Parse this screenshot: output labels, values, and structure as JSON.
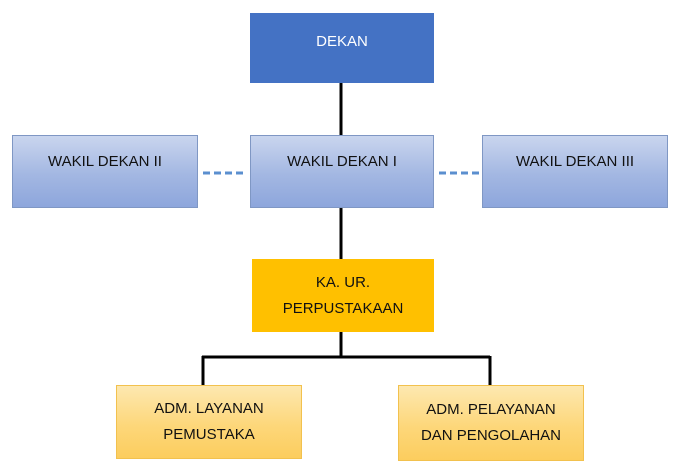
{
  "org_chart": {
    "dekan": "DEKAN",
    "wakil_dekan_1": "WAKIL DEKAN I",
    "wakil_dekan_2": "WAKIL DEKAN II",
    "wakil_dekan_3": "WAKIL DEKAN III",
    "ka_ur_perpustakaan": "KA. UR.\nPERPUSTAKAAN",
    "adm_layanan_pemustaka": "ADM. LAYANAN\nPEMUSTAKA",
    "adm_pelayanan_pengolahan": "ADM. PELAYANAN\nDAN PENGOLAHAN"
  },
  "colors": {
    "dekan_fill": "#4472c4",
    "wakil_fill": "#a3b7e2",
    "ka_ur_fill": "#ffc000",
    "adm_fill": "#fdd77a",
    "connector": "#000000",
    "dashed_connector": "#5b8fcf"
  }
}
